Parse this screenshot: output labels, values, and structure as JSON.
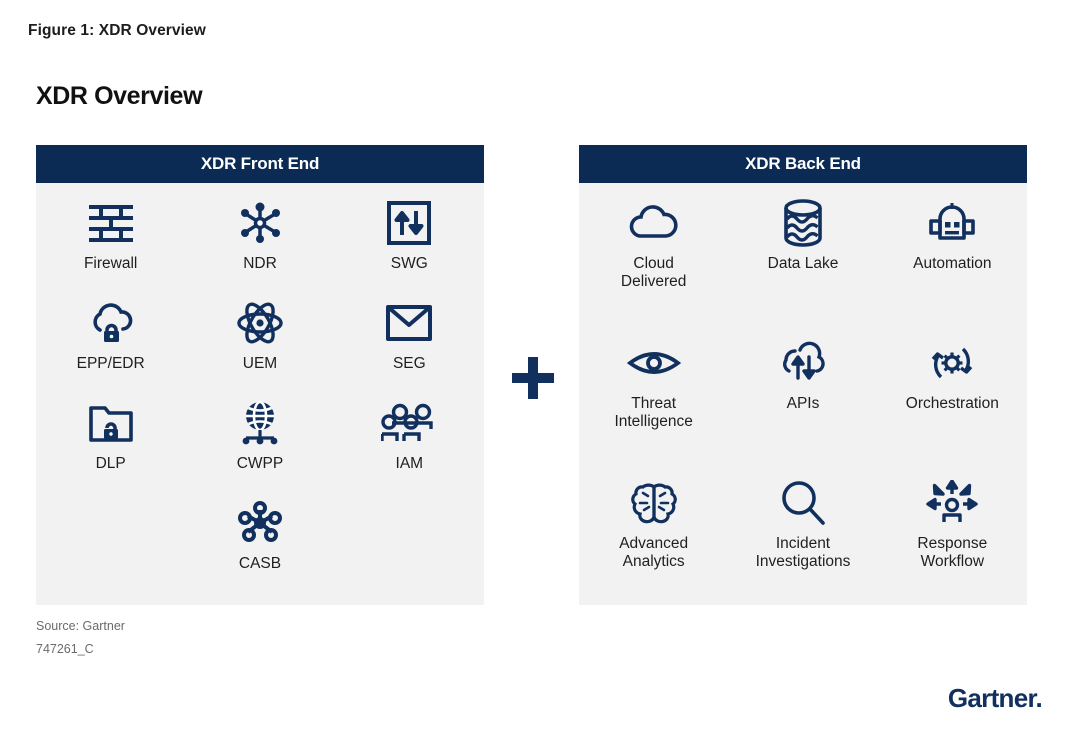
{
  "figure": {
    "caption": "Figure 1: XDR Overview",
    "title": "XDR Overview"
  },
  "colors": {
    "header_navy": "#0b2b55",
    "icon_navy": "#11305e",
    "panel_bg": "#f2f2f2",
    "page_bg": "#ffffff",
    "muted_text": "#6b6b6b"
  },
  "separator": {
    "symbol": "+",
    "icon": "plus-icon"
  },
  "panels": [
    {
      "id": "xdr-front-end",
      "header": "XDR Front End",
      "items": [
        {
          "label": "Firewall",
          "icon": "brick-wall-icon"
        },
        {
          "label": "NDR",
          "icon": "network-nodes-icon"
        },
        {
          "label": "SWG",
          "icon": "arrows-in-box-icon"
        },
        {
          "label": "EPP/EDR",
          "icon": "cloud-lock-icon"
        },
        {
          "label": "UEM",
          "icon": "atom-icon"
        },
        {
          "label": "SEG",
          "icon": "envelope-icon"
        },
        {
          "label": "DLP",
          "icon": "folder-lock-icon"
        },
        {
          "label": "CWPP",
          "icon": "globe-network-icon"
        },
        {
          "label": "IAM",
          "icon": "three-people-icon"
        },
        {
          "label": "",
          "icon": ""
        },
        {
          "label": "CASB",
          "icon": "hub-spoke-icon"
        },
        {
          "label": "",
          "icon": ""
        }
      ]
    },
    {
      "id": "xdr-back-end",
      "header": "XDR Back End",
      "items": [
        {
          "label": "Cloud\nDelivered",
          "icon": "cloud-icon"
        },
        {
          "label": "Data Lake",
          "icon": "database-waves-icon"
        },
        {
          "label": "Automation",
          "icon": "robot-icon"
        },
        {
          "label": "Threat\nIntelligence",
          "icon": "eye-icon"
        },
        {
          "label": "APIs",
          "icon": "cloud-arrows-icon"
        },
        {
          "label": "Orchestration",
          "icon": "gear-cycle-icon"
        },
        {
          "label": "Advanced\nAnalytics",
          "icon": "brain-icon"
        },
        {
          "label": "Incident\nInvestigations",
          "icon": "magnifier-icon"
        },
        {
          "label": "Response\nWorkflow",
          "icon": "person-arrows-icon"
        }
      ]
    }
  ],
  "footer": {
    "source": "Source: Gartner",
    "doc_id": "747261_C",
    "brand": "Gartner",
    "brand_dot": "."
  }
}
